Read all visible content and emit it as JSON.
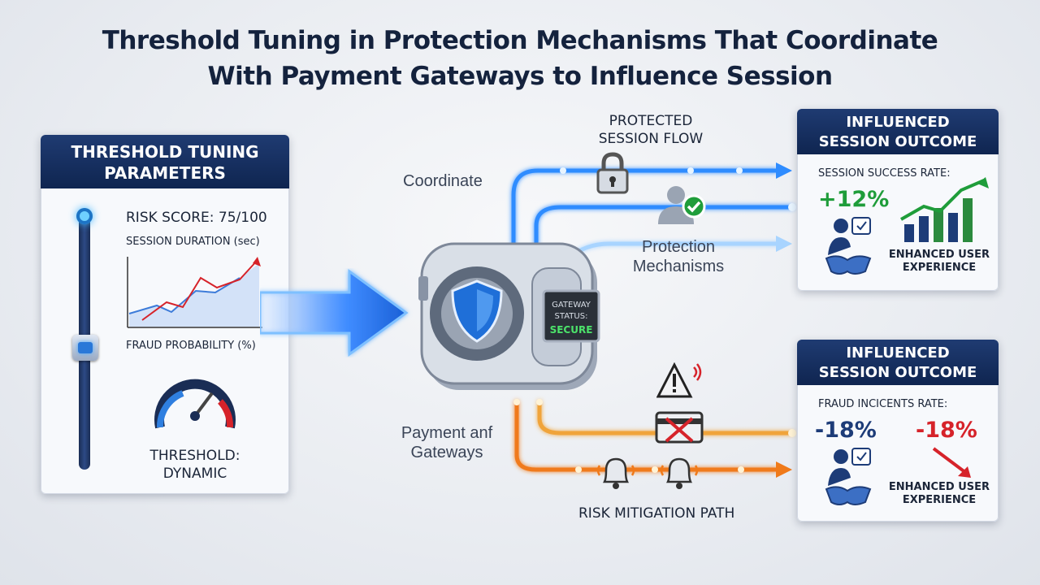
{
  "title": {
    "line1": "Threshold Tuning in Protection Mechanisms That Coordinate",
    "line2": "With Payment Gateways to Influence Session"
  },
  "left_panel": {
    "header_line1": "THRESHOLD TUNING",
    "header_line2": "PARAMETERS",
    "risk_score": "RISK SCORE: 75/100",
    "session_duration": "SESSION DURATION (sec)",
    "fraud_probability": "FRAUD PROBABILITY (%)",
    "threshold_line1": "THRESHOLD:",
    "threshold_line2": "DYNAMIC"
  },
  "device": {
    "status_line1": "GATEWAY",
    "status_line2": "STATUS:",
    "status_value": "SECURE"
  },
  "flow_labels": {
    "coordinate": "Coordinate",
    "protected_line1": "PROTECTED",
    "protected_line2": "SESSION FLOW",
    "protection_line1": "Protection",
    "protection_line2": "Mechanisms",
    "payment_line1": "Payment anf",
    "payment_line2": "Gateways",
    "risk_path": "RISK MITIGATION PATH"
  },
  "panel_top": {
    "header_line1": "INFLUENCED",
    "header_line2": "SESSION OUTCOME",
    "metric_label": "SESSION SUCCESS RATE:",
    "metric_value": "+12%",
    "ux_line1": "ENHANCED USER",
    "ux_line2": "EXPERIENCE"
  },
  "panel_bottom": {
    "header_line1": "INFLUENCED",
    "header_line2": "SESSION OUTCOME",
    "metric_label": "FRAUD INCICENTS RATE:",
    "metric_value_1": "-18%",
    "metric_value_2": "-18%",
    "ux_line1": "ENHANCED USER",
    "ux_line2": "EXPERIENCE"
  },
  "colors": {
    "navy": "#14223d",
    "blue_flow": "#2f8cff",
    "orange_flow": "#f07a1a",
    "green": "#1f9d3a",
    "red": "#d6232a"
  },
  "icons": [
    "lock-icon",
    "user-check-icon",
    "warning-icon",
    "card-blocked-icon",
    "bell-icon",
    "shield-gear-icon",
    "handshake-icon",
    "gauge-icon"
  ]
}
